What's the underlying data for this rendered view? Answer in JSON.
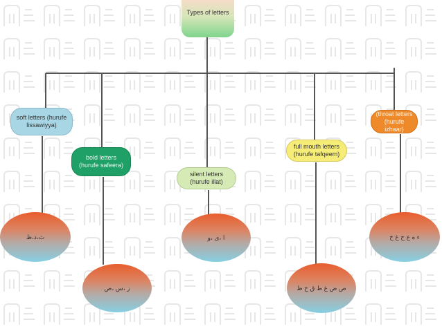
{
  "diagram": {
    "title": "Types of letters",
    "categories": [
      {
        "label": "soft letters (hurufe lissawiyya)",
        "letters": "ث،ذ،ظ"
      },
      {
        "label": "bold letters (hurufe safeera)",
        "letters": "ز ،س ،ص"
      },
      {
        "label": "silent letters (hurufe illat)",
        "letters": "ا ،ی ،و"
      },
      {
        "label": "full mouth letters (hurufe tafqeem)",
        "letters": "ص ض غ ط ق خ ظ"
      },
      {
        "label": "(throat letters (hurufe izhaar)",
        "letters": "ء ه ع ح غ خ"
      }
    ]
  },
  "colors": {
    "line": "#555555",
    "soft": "#a9d6e4",
    "bold": "#1fa067",
    "silent": "#d6eab6",
    "full": "#f6ec78",
    "throat": "#ee8a2a"
  }
}
